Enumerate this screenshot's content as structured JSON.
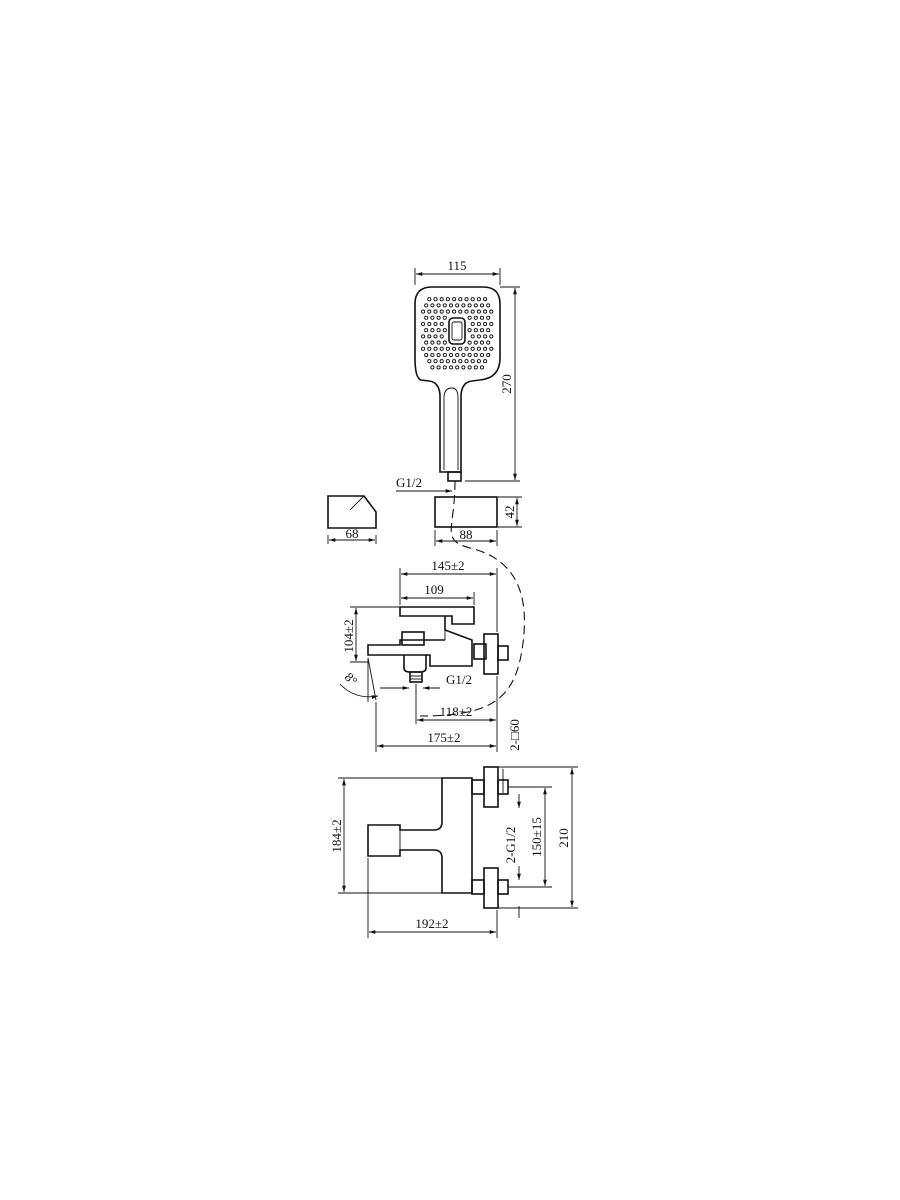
{
  "drawing": {
    "dimensions": {
      "head_width": "115",
      "total_length": "270",
      "hose_thread": "G1/2",
      "holder_width": "68",
      "base_width": "88",
      "base_height": "42",
      "body_length": "145±2",
      "handle_length": "109",
      "height": "104±2",
      "angle": "8°",
      "outlet_thread": "G1/2",
      "outlet_offset": "118±2",
      "spout_length": "175±2",
      "flange": "2-□60",
      "front_height": "184±2",
      "inlet_threads": "2-G1/2",
      "center_distance": "150±15",
      "overall_height": "210",
      "overall_width": "192±2"
    }
  }
}
